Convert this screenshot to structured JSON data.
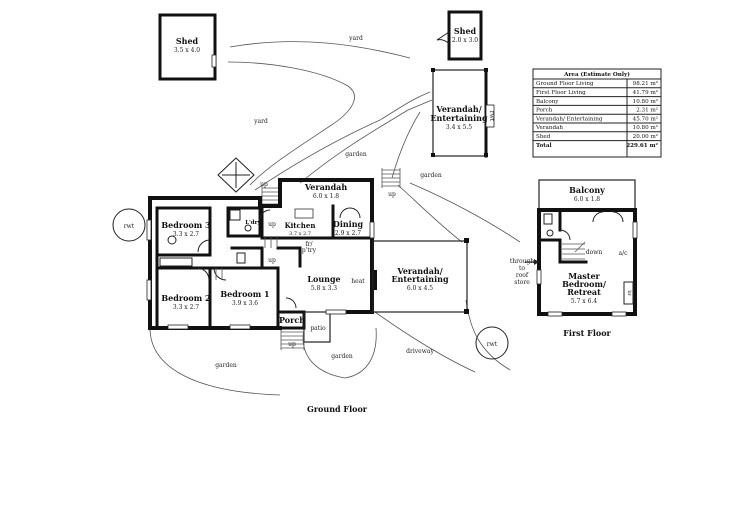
{
  "rooms": {
    "shed_left": {
      "name": "Shed",
      "size": "3.5 x 4.0"
    },
    "shed_right": {
      "name": "Shed",
      "size": "2.0 x 3.0"
    },
    "verandah_ent_top": {
      "name_line1": "Verandah/",
      "name_line2": "Entertaining",
      "size": "3.4 x 5.5"
    },
    "verandah": {
      "name": "Verandah",
      "size": "6.0 x 1.8"
    },
    "bedroom3": {
      "name": "Bedroom 3",
      "size": "3.3 x 2.7"
    },
    "bedroom2": {
      "name": "Bedroom 2",
      "size": "3.3 x 2.7"
    },
    "bedroom1": {
      "name": "Bedroom 1",
      "size": "3.9 x 3.6"
    },
    "kitchen": {
      "name": "Kitchen",
      "size": "3.7 x 2.7"
    },
    "dining": {
      "name": "Dining",
      "size": "2.9 x 2.7"
    },
    "lounge": {
      "name": "Lounge",
      "size": "5.8 x 3.3"
    },
    "porch": {
      "name": "Porch"
    },
    "verandah_ent_mid": {
      "name_line1": "Verandah/",
      "name_line2": "Entertaining",
      "size": "6.0 x 4.5"
    },
    "balcony": {
      "name": "Balcony",
      "size": "6.0 x 1.8"
    },
    "master": {
      "name_line1": "Master",
      "name_line2": "Bedroom/",
      "name_line3": "Retreat",
      "size": "5.7 x 6.4"
    }
  },
  "labels": {
    "yard_top": "yard",
    "yard_left": "yard",
    "garden_mid": "garden",
    "garden_right": "garden",
    "garden_bottom_left": "garden",
    "garden_bottom_mid": "garden",
    "driveway": "driveway",
    "patio": "patio",
    "rwt_left": "rwt",
    "rwt_right": "rwt",
    "rwt_verandah": "rwt",
    "up_verandah": "up",
    "up_right": "up",
    "up_kitchen": "up",
    "up_hall": "up",
    "up_porch": "up",
    "ldry": "L'dry",
    "fr_pty_1": "fr/",
    "fr_pty_2": "p'try",
    "heat": "heat",
    "down": "down",
    "ac": "a/c",
    "robe": "br",
    "through_1": "through",
    "through_2": "to",
    "through_3": "roof",
    "through_4": "store",
    "ground_floor": "Ground Floor",
    "first_floor": "First Floor"
  },
  "area_table": {
    "title": "Area (Estimate Only)",
    "rows": [
      {
        "label": "Ground Floor Living",
        "value": "98.21 m²"
      },
      {
        "label": "First Floor Living",
        "value": "41.79 m²"
      },
      {
        "label": "Balcony",
        "value": "10.80 m²"
      },
      {
        "label": "Porch",
        "value": "2.31 m²"
      },
      {
        "label": "Verandah/ Entertaining",
        "value": "45.70 m²"
      },
      {
        "label": "Verandah",
        "value": "10.80 m²"
      },
      {
        "label": "Shed",
        "value": "20.00 m²"
      }
    ],
    "total_label": "Total",
    "total_value": "229.61 m²"
  }
}
